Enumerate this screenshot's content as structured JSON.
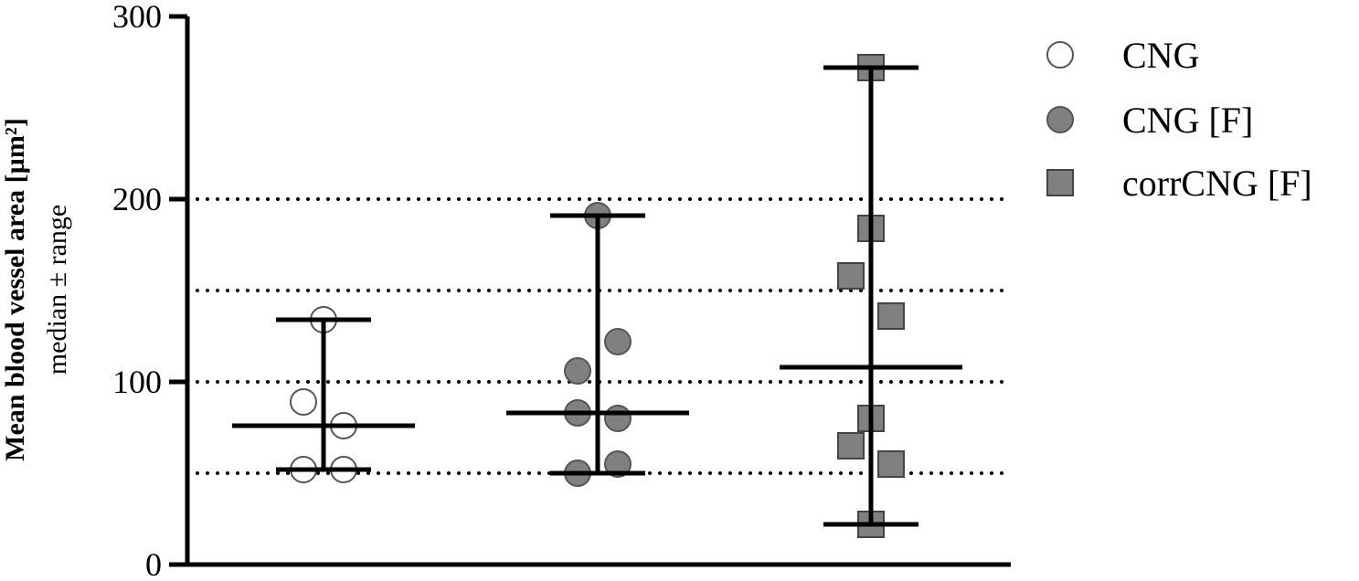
{
  "chart_data": {
    "type": "scatter",
    "subtype": "dot-plot with median and range",
    "ylabel": "Mean blood vessel area [µm²]",
    "ylabel_sub": "median ± range",
    "ylim": [
      0,
      300
    ],
    "yticks": [
      0,
      100,
      200,
      300
    ],
    "reference_lines": [
      50,
      100,
      150,
      200
    ],
    "reference_line_style": "dotted",
    "legend_position": "right",
    "series": [
      {
        "name": "CNG",
        "marker": "circle",
        "fill": "#ffffff",
        "stroke": "#555555",
        "values": [
          134,
          89,
          76,
          52,
          52
        ],
        "jitter": [
          0,
          -1,
          1,
          -1,
          1
        ],
        "median": 76,
        "min": 52,
        "max": 134
      },
      {
        "name": "CNG [F]",
        "marker": "circle",
        "fill": "#808080",
        "stroke": "#555555",
        "values": [
          191,
          122,
          106,
          83,
          80,
          55,
          50
        ],
        "jitter": [
          0,
          1,
          -1,
          -1,
          1,
          1,
          -1
        ],
        "median": 83,
        "min": 50,
        "max": 191
      },
      {
        "name": "corrCNG [F]",
        "marker": "square",
        "fill": "#808080",
        "stroke": "#444444",
        "values": [
          272,
          184,
          158,
          136,
          80,
          65,
          55,
          22
        ],
        "jitter": [
          0,
          0,
          -1,
          1,
          0,
          -1,
          1,
          0
        ],
        "median": 108,
        "min": 22,
        "max": 272
      }
    ]
  }
}
